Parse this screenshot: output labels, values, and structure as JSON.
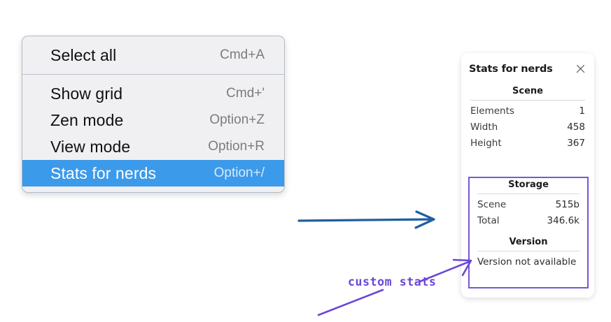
{
  "context_menu": {
    "name": "canvas-context-menu",
    "sections": [
      {
        "items": [
          {
            "label": "Select all",
            "shortcut": "Cmd+A",
            "selected": false
          }
        ]
      },
      {
        "items": [
          {
            "label": "Show grid",
            "shortcut": "Cmd+'",
            "selected": false
          },
          {
            "label": "Zen mode",
            "shortcut": "Option+Z",
            "selected": false
          },
          {
            "label": "View mode",
            "shortcut": "Option+R",
            "selected": false
          },
          {
            "label": "Stats for nerds",
            "shortcut": "Option+/",
            "selected": true
          }
        ]
      }
    ]
  },
  "stats_panel": {
    "title": "Stats for nerds",
    "close_icon": "close-icon",
    "sections": [
      {
        "heading": "Scene",
        "rows": [
          {
            "key": "Elements",
            "value": "1"
          },
          {
            "key": "Width",
            "value": "458"
          },
          {
            "key": "Height",
            "value": "367"
          }
        ]
      },
      {
        "heading": "Storage",
        "rows": [
          {
            "key": "Scene",
            "value": "515b"
          },
          {
            "key": "Total",
            "value": "346.6k"
          }
        ]
      },
      {
        "heading": "Version",
        "note": "Version not available"
      }
    ]
  },
  "annotations": {
    "custom_stats_label": "custom stats",
    "blue_arrow": "arrow-right-icon",
    "purple_arrow": "arrow-up-right-icon",
    "purple_underline": "underline-stroke"
  },
  "colors": {
    "menu_bg": "#f0f0f2",
    "menu_border": "#b4bcc6",
    "menu_selected": "#3c9aea",
    "panel_bg": "#ffffff",
    "highlight_purple": "#7a56d6",
    "annotation_purple": "#6b46d6",
    "annotation_blue": "#1f5fa0",
    "shortcut_gray": "#7c7c80"
  }
}
